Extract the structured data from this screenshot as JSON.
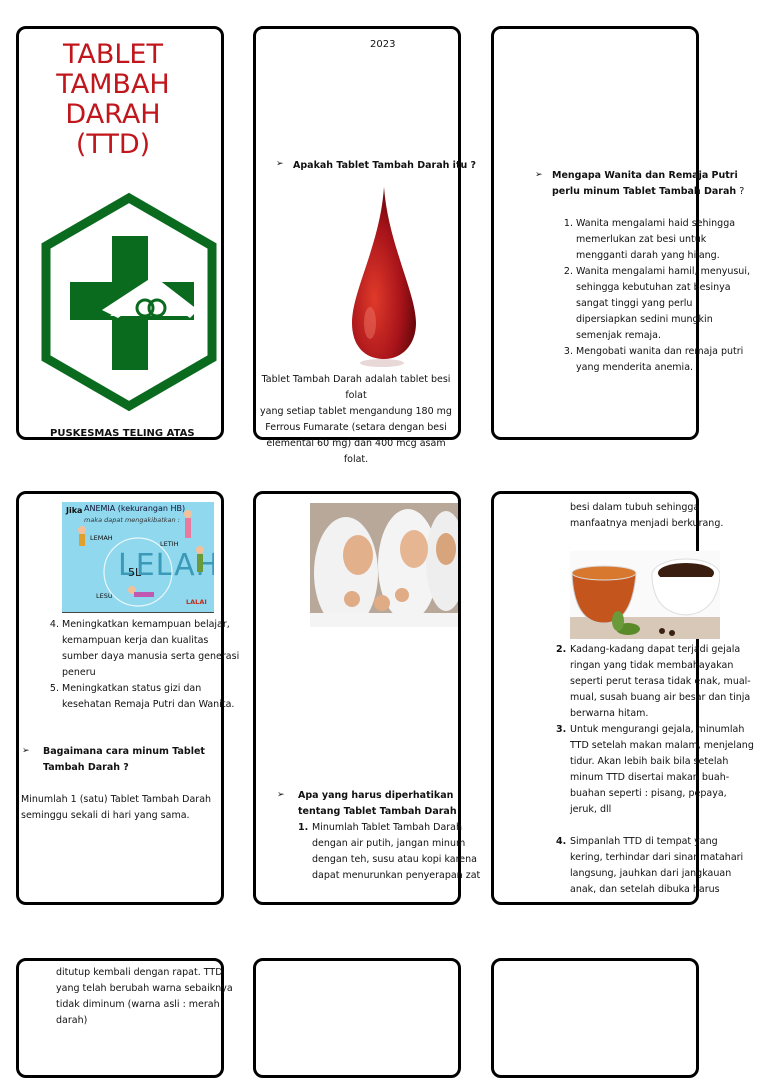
{
  "p1": {
    "title_lines": [
      "TABLET",
      "TAMBAH",
      "DARAH",
      "(TTD)"
    ],
    "footer": "PUSKESMAS TELING ATAS"
  },
  "p2": {
    "year": "2023",
    "question": "Apakah Tablet Tambah Darah itu ?",
    "body_lines": [
      "Tablet Tambah Darah adalah tablet besi folat",
      "yang setiap tablet mengandung 180 mg",
      "Ferrous Fumarate (setara dengan besi",
      "elemental 60 mg) dan 400 mcg asam folat."
    ]
  },
  "p3": {
    "question_bold": "Mengapa Wanita dan Remaja Putri perlu minum Tablet Tambah Darah",
    "question_mark": " ?",
    "items": [
      [
        "Wanita mengalami haid sehingga",
        "memerlukan zat besi untuk",
        "mengganti darah yang hilang."
      ],
      [
        "Wanita mengalami hamil, menyusui,",
        "sehingga kebutuhan zat besinya",
        "sangat tinggi yang perlu",
        "dipersiapkan sedini mungkin",
        "semenjak remaja."
      ],
      [
        "Mengobati wanita dan remaja putri",
        "yang menderita anemia."
      ]
    ]
  },
  "p4": {
    "image": {
      "jika": "Jika",
      "anemia": "ANEMIA (kekurangan HB)",
      "sub": "maka dapat mengakibatkan :",
      "lemah": "LEMAH",
      "letih": "LETIH",
      "lelah": "LELAH",
      "five_l": "5L",
      "lesu": "LESU",
      "lalai": "LALAI"
    },
    "items": [
      [
        "Meningkatkan kemampuan belajar,",
        "kemampuan kerja dan kualitas",
        "sumber daya manusia serta generasi",
        "peneru"
      ],
      [
        "Meningkatkan status gizi dan",
        "kesehatan Remaja Putri dan Wanita."
      ]
    ],
    "question": [
      "Bagaimana cara minum Tablet",
      "Tambah Darah ?"
    ],
    "answer": [
      "Minumlah 1 (satu) Tablet Tambah Darah",
      "seminggu sekali di hari yang sama."
    ]
  },
  "p5": {
    "heading": [
      "Apa yang harus diperhatikan",
      "tentang Tablet Tambah Darah"
    ],
    "item1": [
      "Minumlah Tablet Tambah Darah",
      "dengan air putih, jangan minum",
      "dengan teh, susu atau kopi karena",
      "dapat menurunkan penyerapan zat"
    ]
  },
  "p6": {
    "top_lines": [
      "besi dalam tubuh sehingga",
      "manfaatnya menjadi berkurang."
    ],
    "item2": [
      "Kadang-kadang dapat terjadi gejala",
      "ringan yang tidak membahayakan",
      "seperti perut terasa tidak enak, mual-",
      "mual, susah buang air besar dan tinja",
      "berwarna hitam."
    ],
    "item3": [
      "Untuk mengurangi gejala, minumlah",
      "TTD setelah makan malam, menjelang",
      "tidur. Akan lebih baik bila setelah",
      "minum TTD disertai makan buah-",
      "buahan seperti : pisang, pepaya,",
      "jeruk, dll"
    ],
    "item4": [
      "Simpanlah TTD di tempat yang",
      "kering, terhindar dari sinar matahari",
      "langsung, jauhkan dari jangkauan",
      "anak, dan setelah dibuka harus"
    ]
  },
  "p7": {
    "lines": [
      "ditutup kembali dengan rapat. TTD",
      "yang telah berubah warna sebaiknya",
      "tidak diminum (warna asli : merah",
      "darah)"
    ]
  }
}
